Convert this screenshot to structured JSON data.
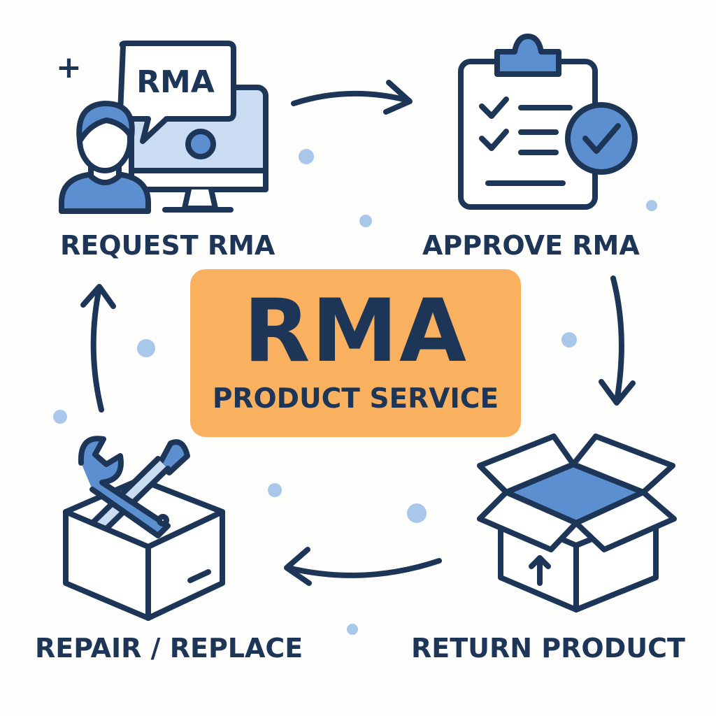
{
  "center": {
    "title": "RMA",
    "subtitle": "PRODUCT SERVICE"
  },
  "steps": [
    {
      "label": "REQUEST RMA",
      "icon": "user-computer-icon",
      "bubble": "RMA"
    },
    {
      "label": "APPROVE RMA",
      "icon": "clipboard-check-icon"
    },
    {
      "label": "RETURN PRODUCT",
      "icon": "open-box-icon"
    },
    {
      "label": "REPAIR / REPLACE",
      "icon": "box-tools-icon"
    }
  ],
  "colors": {
    "navy": "#1d3557",
    "blue": "#5b8fd0",
    "light_blue": "#c9dcf2",
    "orange": "#f9b15f",
    "dot": "#a9c7ea"
  }
}
